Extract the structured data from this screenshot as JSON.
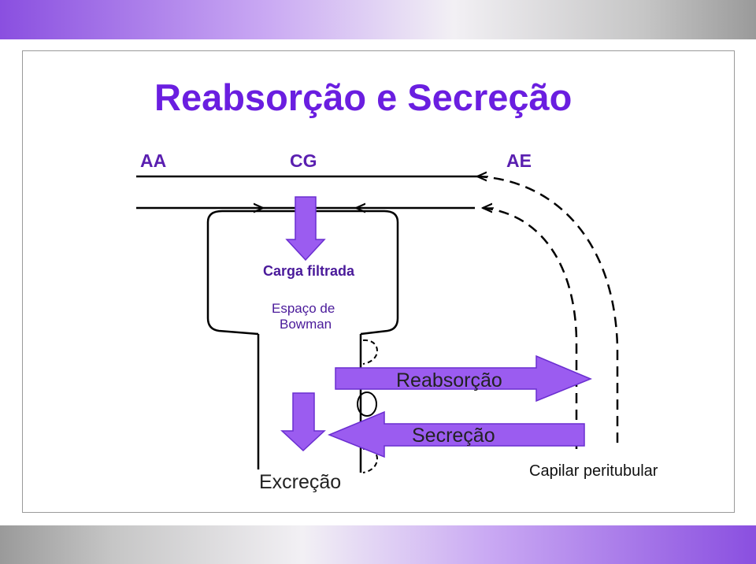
{
  "title": "Reabsorção e Secreção",
  "labels": {
    "aa": "AA",
    "cg": "CG",
    "ae": "AE",
    "carga_filtrada": "Carga filtrada",
    "espaco_line1": "Espaço de",
    "espaco_line2": "Bowman",
    "reabsorcao": "Reabsorção",
    "secrecao": "Secreção",
    "excrecao": "Excreção",
    "capilar": "Capilar peritubular"
  },
  "colors": {
    "arrow_fill": "#9b5cf0",
    "arrow_stroke": "#6a2ed0",
    "title": "#6a1ee0"
  }
}
